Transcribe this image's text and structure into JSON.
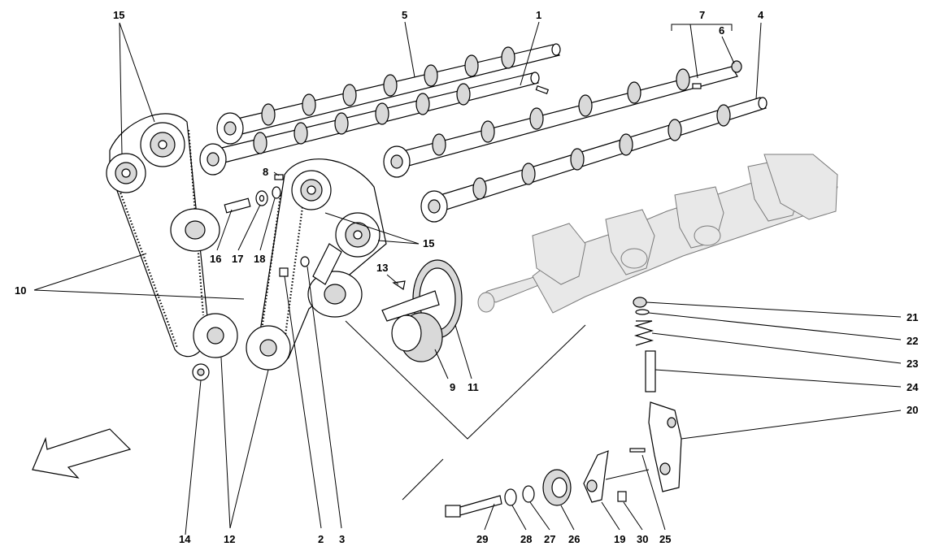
{
  "diagram": {
    "callouts": {
      "c1": "1",
      "c2": "2",
      "c3": "3",
      "c4": "4",
      "c5": "5",
      "c6": "6",
      "c7": "7",
      "c8": "8",
      "c9": "9",
      "c10": "10",
      "c11": "11",
      "c12": "12",
      "c13": "13",
      "c14": "14",
      "c15a": "15",
      "c15b": "15",
      "c16": "16",
      "c17": "17",
      "c18": "18",
      "c19": "19",
      "c20": "20",
      "c21": "21",
      "c22": "22",
      "c23": "23",
      "c24": "24",
      "c25": "25",
      "c26": "26",
      "c27": "27",
      "c28": "28",
      "c29": "29",
      "c30": "30"
    },
    "icons": {
      "direction_arrow": "front-direction-arrow-icon"
    }
  }
}
